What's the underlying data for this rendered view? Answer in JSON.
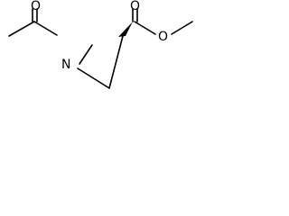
{
  "structure": {
    "atoms": {
      "acetyl_oxygen": "O",
      "ring_nitrogen": "N",
      "carbonyl_oxygen": "O",
      "ester_oxygen": "O"
    },
    "colors": {
      "ink": "#000000",
      "background": "#ffffff"
    }
  }
}
